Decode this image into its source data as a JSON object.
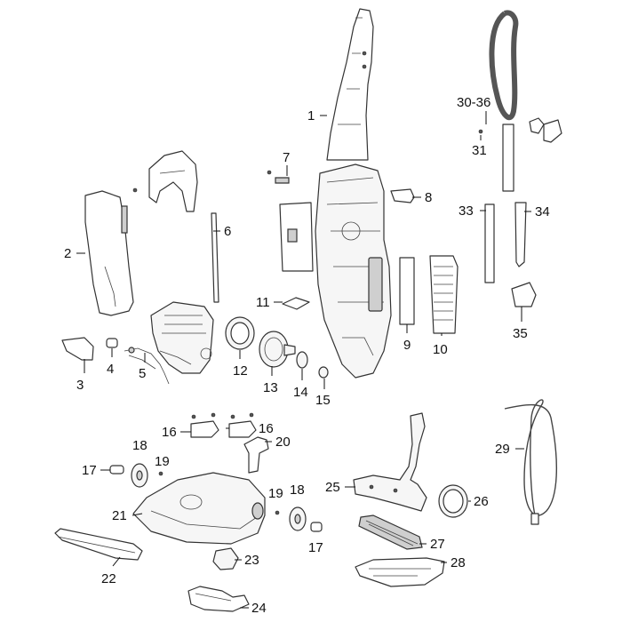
{
  "callouts": [
    {
      "id": "p1",
      "text": "1"
    },
    {
      "id": "p2",
      "text": "2"
    },
    {
      "id": "p3",
      "text": "3"
    },
    {
      "id": "p4",
      "text": "4"
    },
    {
      "id": "p5",
      "text": "5"
    },
    {
      "id": "p6",
      "text": "6"
    },
    {
      "id": "p7",
      "text": "7"
    },
    {
      "id": "p8",
      "text": "8"
    },
    {
      "id": "p9",
      "text": "9"
    },
    {
      "id": "p10",
      "text": "10"
    },
    {
      "id": "p11",
      "text": "11"
    },
    {
      "id": "p12",
      "text": "12"
    },
    {
      "id": "p13",
      "text": "13"
    },
    {
      "id": "p14",
      "text": "14"
    },
    {
      "id": "p15",
      "text": "15"
    },
    {
      "id": "p16a",
      "text": "16"
    },
    {
      "id": "p16b",
      "text": "16"
    },
    {
      "id": "p17a",
      "text": "17"
    },
    {
      "id": "p17b",
      "text": "17"
    },
    {
      "id": "p18a",
      "text": "18"
    },
    {
      "id": "p18b",
      "text": "18"
    },
    {
      "id": "p19a",
      "text": "19"
    },
    {
      "id": "p19b",
      "text": "19"
    },
    {
      "id": "p20",
      "text": "20"
    },
    {
      "id": "p21",
      "text": "21"
    },
    {
      "id": "p22",
      "text": "22"
    },
    {
      "id": "p23",
      "text": "23"
    },
    {
      "id": "p24",
      "text": "24"
    },
    {
      "id": "p25",
      "text": "25"
    },
    {
      "id": "p26",
      "text": "26"
    },
    {
      "id": "p27",
      "text": "27"
    },
    {
      "id": "p28",
      "text": "28"
    },
    {
      "id": "p29",
      "text": "29"
    },
    {
      "id": "p30",
      "text": "30-36"
    },
    {
      "id": "p31",
      "text": "31"
    },
    {
      "id": "p33",
      "text": "33"
    },
    {
      "id": "p34",
      "text": "34"
    },
    {
      "id": "p35",
      "text": "35"
    }
  ]
}
